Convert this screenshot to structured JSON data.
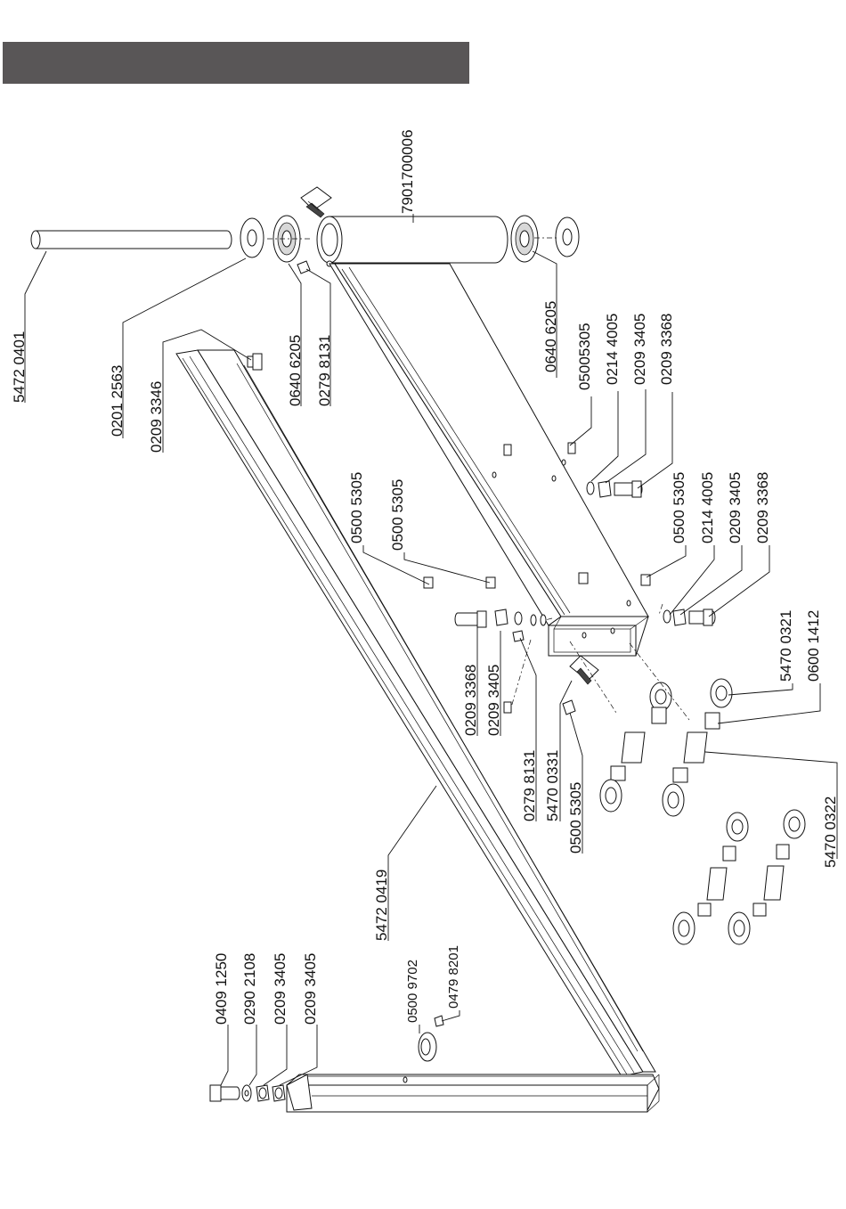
{
  "header": {
    "color": "#595657"
  },
  "labels": {
    "l01": "5472 0401",
    "l02": "0201 2563",
    "l03": "0209 3346",
    "l04": "0640 6205",
    "l05": "0279 8131",
    "l06": "7901700006",
    "l07": "0640 6205",
    "l08": "05005305",
    "l09": "0214 4005",
    "l10": "0209 3405",
    "l11": "0209 3368",
    "l12": "0500 5305",
    "l13": "0500 5305",
    "l14": "0500 5305",
    "l15": "0214 4005",
    "l16": "0209 3405",
    "l17": "0209 3368",
    "l18": "5470 0321",
    "l19": "0600 1412",
    "l20": "0209 3368",
    "l21": "0209 3405",
    "l22": "0279 8131",
    "l23": "5470 0331",
    "l24": "0500 5305",
    "l25": "5470 0322",
    "l26": "5472 0419",
    "l27": "0409 1250",
    "l28": "0290 2108",
    "l29": "0209 3405",
    "l30": "0209 3405",
    "l31": "0500 9702",
    "l32": "0479 8201"
  }
}
